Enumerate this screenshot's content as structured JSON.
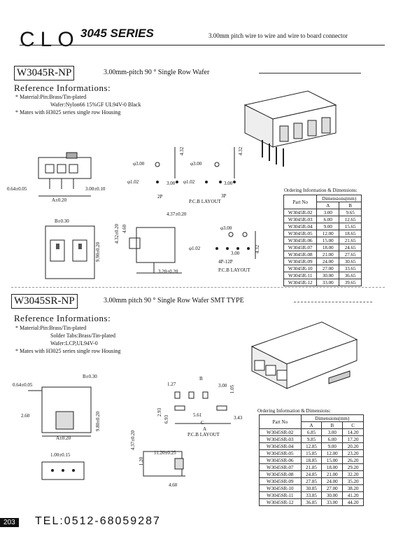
{
  "header": {
    "brand": "CLO",
    "series": "3045 SERIES",
    "tagline": "3.00mm pitch wire to wire and wire to board connector"
  },
  "section1": {
    "part": "W3045R-NP",
    "description": "3.00mm-pitch 90 ° Single Row Wafer",
    "ref_title": "Reference Informations:",
    "materials": [
      "* Material:Pin:Brass/Tin-plated",
      "Wafer:Nylon66 15%GF UL94V-0 Black",
      "* Mates with H3025 series single row Housing"
    ],
    "dims": {
      "a": "A±0.20",
      "b": "B±0.30",
      "d064": "0.64±0.05",
      "d300": "3.00±0.10",
      "d437": "4.37±0.20",
      "d460": "4.60",
      "d432": "4.32±0.20",
      "d990": "9.90±0.20",
      "d320": "3.20±0.20",
      "phi300": "φ3.00",
      "phi102": "φ1.02",
      "p300": "3.00",
      "p432": "4.32"
    },
    "layouts": {
      "l2p": "2P",
      "l3p": "3P",
      "pcb": "P.C.B LAYOUT",
      "l4p": "4P-12P"
    },
    "table": {
      "title": "Ordering Information & Dimensions:",
      "col_part": "Part No",
      "col_dims": "Dimensions(mm)",
      "col_a": "A",
      "col_b": "B",
      "rows": [
        [
          "W3045R-02",
          "3.00",
          "9.65"
        ],
        [
          "W3045R-03",
          "6.00",
          "12.65"
        ],
        [
          "W3045R-04",
          "9.00",
          "15.65"
        ],
        [
          "W3045R-05",
          "12.00",
          "18.65"
        ],
        [
          "W3045R-06",
          "15.00",
          "21.65"
        ],
        [
          "W3045R-07",
          "18.00",
          "24.65"
        ],
        [
          "W3045R-08",
          "21.00",
          "27.65"
        ],
        [
          "W3045R-09",
          "24.00",
          "30.65"
        ],
        [
          "W3045R-10",
          "27.00",
          "33.65"
        ],
        [
          "W3045R-11",
          "30.00",
          "36.65"
        ],
        [
          "W3045R-12",
          "33.00",
          "39.65"
        ]
      ]
    }
  },
  "section2": {
    "part": "W3045SR-NP",
    "description": "3.00mm pitch 90 ° Single Row Wafer  SMT TYPE",
    "ref_title": "Reference Informations:",
    "materials": [
      "* Material:Pin:Brass/Tin-plated",
      "Solder Tabs:Brass/Tin-plated",
      "Wafer:LCP,UL94V-0",
      "* Mates with H3025 series single row Housing"
    ],
    "dims": {
      "a": "A±0.20",
      "b": "B±0.30",
      "d064": "0.64±0.05",
      "d260": "2.60",
      "d980": "9.80±0.20",
      "d100": "1.00±0.15",
      "d437": "4.37±0.20",
      "d120": "1.20",
      "d1120": "11.20±0.25",
      "d460": "4.60",
      "d127": "1.27",
      "lb": "B",
      "d300": "3.00",
      "d105": "1.05",
      "d293": "2.93",
      "d693": "6.93",
      "d561": "5.61",
      "d343": "3.43",
      "lc": "C",
      "la": "A",
      "pcb": "P.C.B LAYOUT"
    },
    "table": {
      "title": "Ordering Information & Dimensions:",
      "col_part": "Part No",
      "col_dims": "Dimensions(mm)",
      "col_a": "A",
      "col_b": "B",
      "col_c": "C",
      "rows": [
        [
          "W3045SR-02",
          "6.85",
          "3.00",
          "14.20"
        ],
        [
          "W3045SR-03",
          "9.85",
          "6.00",
          "17.20"
        ],
        [
          "W3045SR-04",
          "12.85",
          "9.00",
          "20.20"
        ],
        [
          "W3045SR-05",
          "15.85",
          "12.00",
          "23.20"
        ],
        [
          "W3045SR-06",
          "18.85",
          "15.00",
          "26.20"
        ],
        [
          "W3045SR-07",
          "21.85",
          "18.00",
          "29.20"
        ],
        [
          "W3045SR-08",
          "24.85",
          "21.00",
          "32.20"
        ],
        [
          "W3045SR-09",
          "27.85",
          "24.00",
          "35.20"
        ],
        [
          "W3045SR-10",
          "30.85",
          "27.00",
          "38.20"
        ],
        [
          "W3045SR-11",
          "33.85",
          "30.00",
          "41.20"
        ],
        [
          "W3045SR-12",
          "36.85",
          "33.00",
          "44.20"
        ]
      ]
    }
  },
  "footer": {
    "page": "203",
    "tel": "TEL:0512-68059287"
  }
}
